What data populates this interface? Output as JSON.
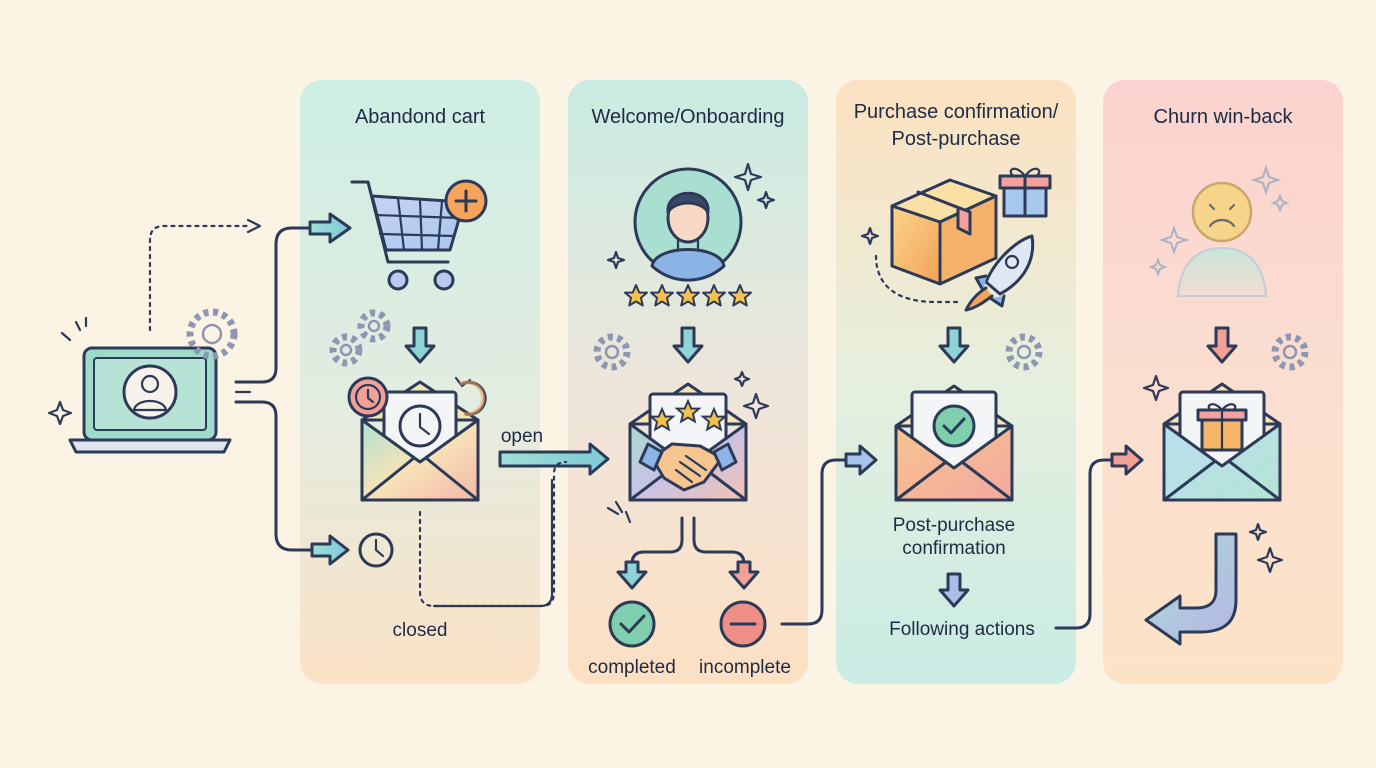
{
  "stages": {
    "abandoned_cart": {
      "title": "Abandond cart"
    },
    "welcome": {
      "title": "Welcome/Onboarding"
    },
    "purchase": {
      "title_line1": "Purchase confirmation/",
      "title_line2": "Post-purchase"
    },
    "churn": {
      "title": "Churn win-back"
    }
  },
  "labels": {
    "open": "open",
    "closed": "closed",
    "completed": "completed",
    "incomplete": "incomplete",
    "post_purchase_line1": "Post-purchase",
    "post_purchase_line2": "confirmation",
    "following_actions": "Following actions"
  },
  "icons": {
    "laptop": "laptop-user-icon",
    "cart": "shopping-cart-plus-icon",
    "email_clock": "email-clock-icon",
    "avatar": "user-avatar-icon",
    "rating": "five-star-rating-icon",
    "email_handshake": "email-handshake-icon",
    "completed": "check-circle-icon",
    "incomplete": "minus-circle-icon",
    "package": "package-box-icon",
    "gift": "gift-icon",
    "rocket": "rocket-icon",
    "email_check": "email-check-icon",
    "sad_face": "sad-face-icon",
    "email_gift": "email-gift-icon",
    "return_arrow": "return-arrow-icon"
  },
  "colors": {
    "background": "#fbf3e4",
    "ink": "#2c3a58",
    "teal": "#7fd0c2",
    "orange": "#f6a35b",
    "coral": "#ea8a82",
    "green": "#6fc4a8",
    "gold": "#f4c24a",
    "gear": "#8d97b3"
  }
}
